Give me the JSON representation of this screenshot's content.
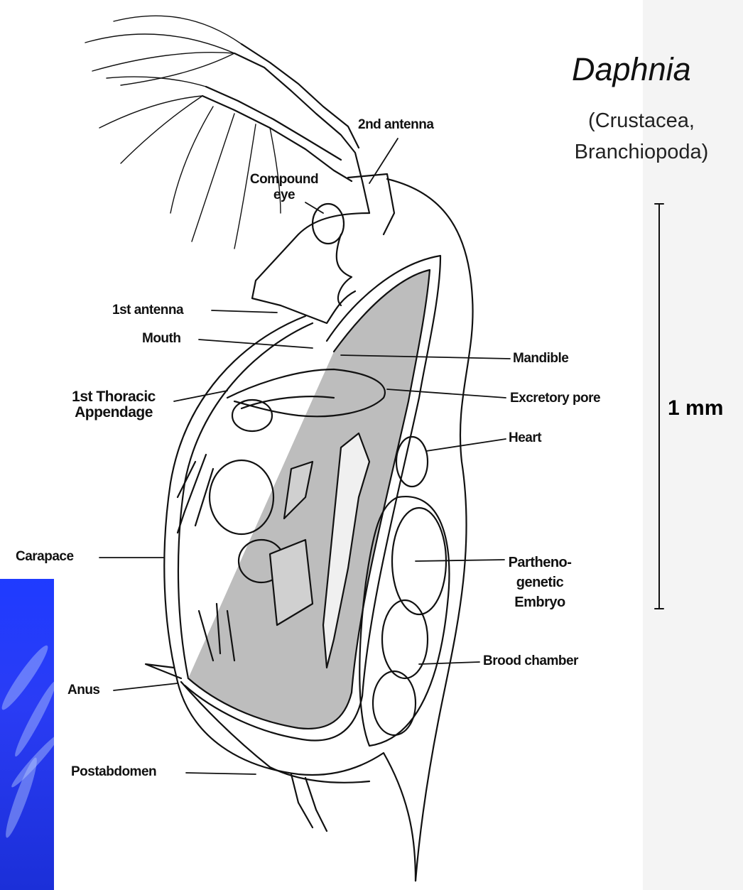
{
  "title": "Daphnia",
  "subtitle": "(Crustacea, Branchiopoda)",
  "scale_bar": {
    "label": "1 mm"
  },
  "labels": {
    "second_antenna": "2nd antenna",
    "compound_eye": "Compound eye",
    "first_antenna": "1st antenna",
    "mouth": "Mouth",
    "first_thoracic_appendage": "1st Thoracic Appendage",
    "carapace": "Carapace",
    "anus": "Anus",
    "postabdomen": "Postabdomen",
    "mandible": "Mandible",
    "excretory_pore": "Excretory pore",
    "heart": "Heart",
    "parthenogenetic_embryo": "Partheno- genetic Embryo",
    "brood_chamber": "Brood chamber"
  }
}
